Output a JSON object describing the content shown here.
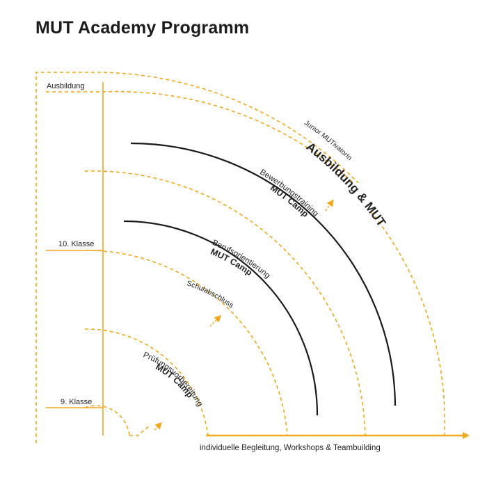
{
  "title": "MUT Academy Programm",
  "colors": {
    "accent": "#f2a81d",
    "ink": "#1a1a1a"
  },
  "levels": {
    "ausbildung": "Ausbildung",
    "klasse10": "10. Klasse",
    "klasse9": "9. Klasse"
  },
  "bottom_axis": "individuelle Begleitung, Workshops & Teambuilding",
  "stages": {
    "camp1": {
      "title": "MUT Camp",
      "subtitle": "Prüfungsvorbereitung"
    },
    "milestone1": "Schulabschluss",
    "camp2": {
      "title": "MUT Camp",
      "subtitle": "Berufsorientierung"
    },
    "camp3": {
      "title": "MUT Camp",
      "subtitle": "Bewerbungstraining"
    },
    "final": "Ausbildung & MUT",
    "junior": "Junior MUTivatorIn"
  }
}
